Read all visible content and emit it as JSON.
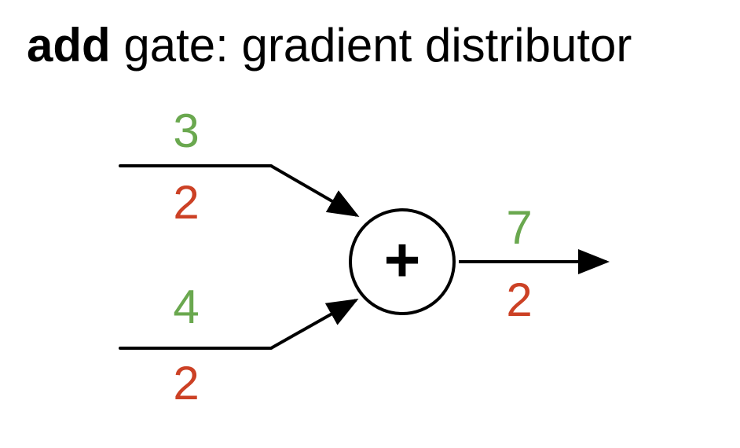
{
  "title": {
    "bold": "add",
    "rest": " gate: gradient distributor"
  },
  "gate": {
    "symbol": "+"
  },
  "inputs": [
    {
      "forward": "3",
      "gradient": "2"
    },
    {
      "forward": "4",
      "gradient": "2"
    }
  ],
  "output": {
    "forward": "7",
    "gradient": "2"
  },
  "colors": {
    "forward": "#6aa84f",
    "gradient": "#cc4125",
    "line": "#000000"
  }
}
